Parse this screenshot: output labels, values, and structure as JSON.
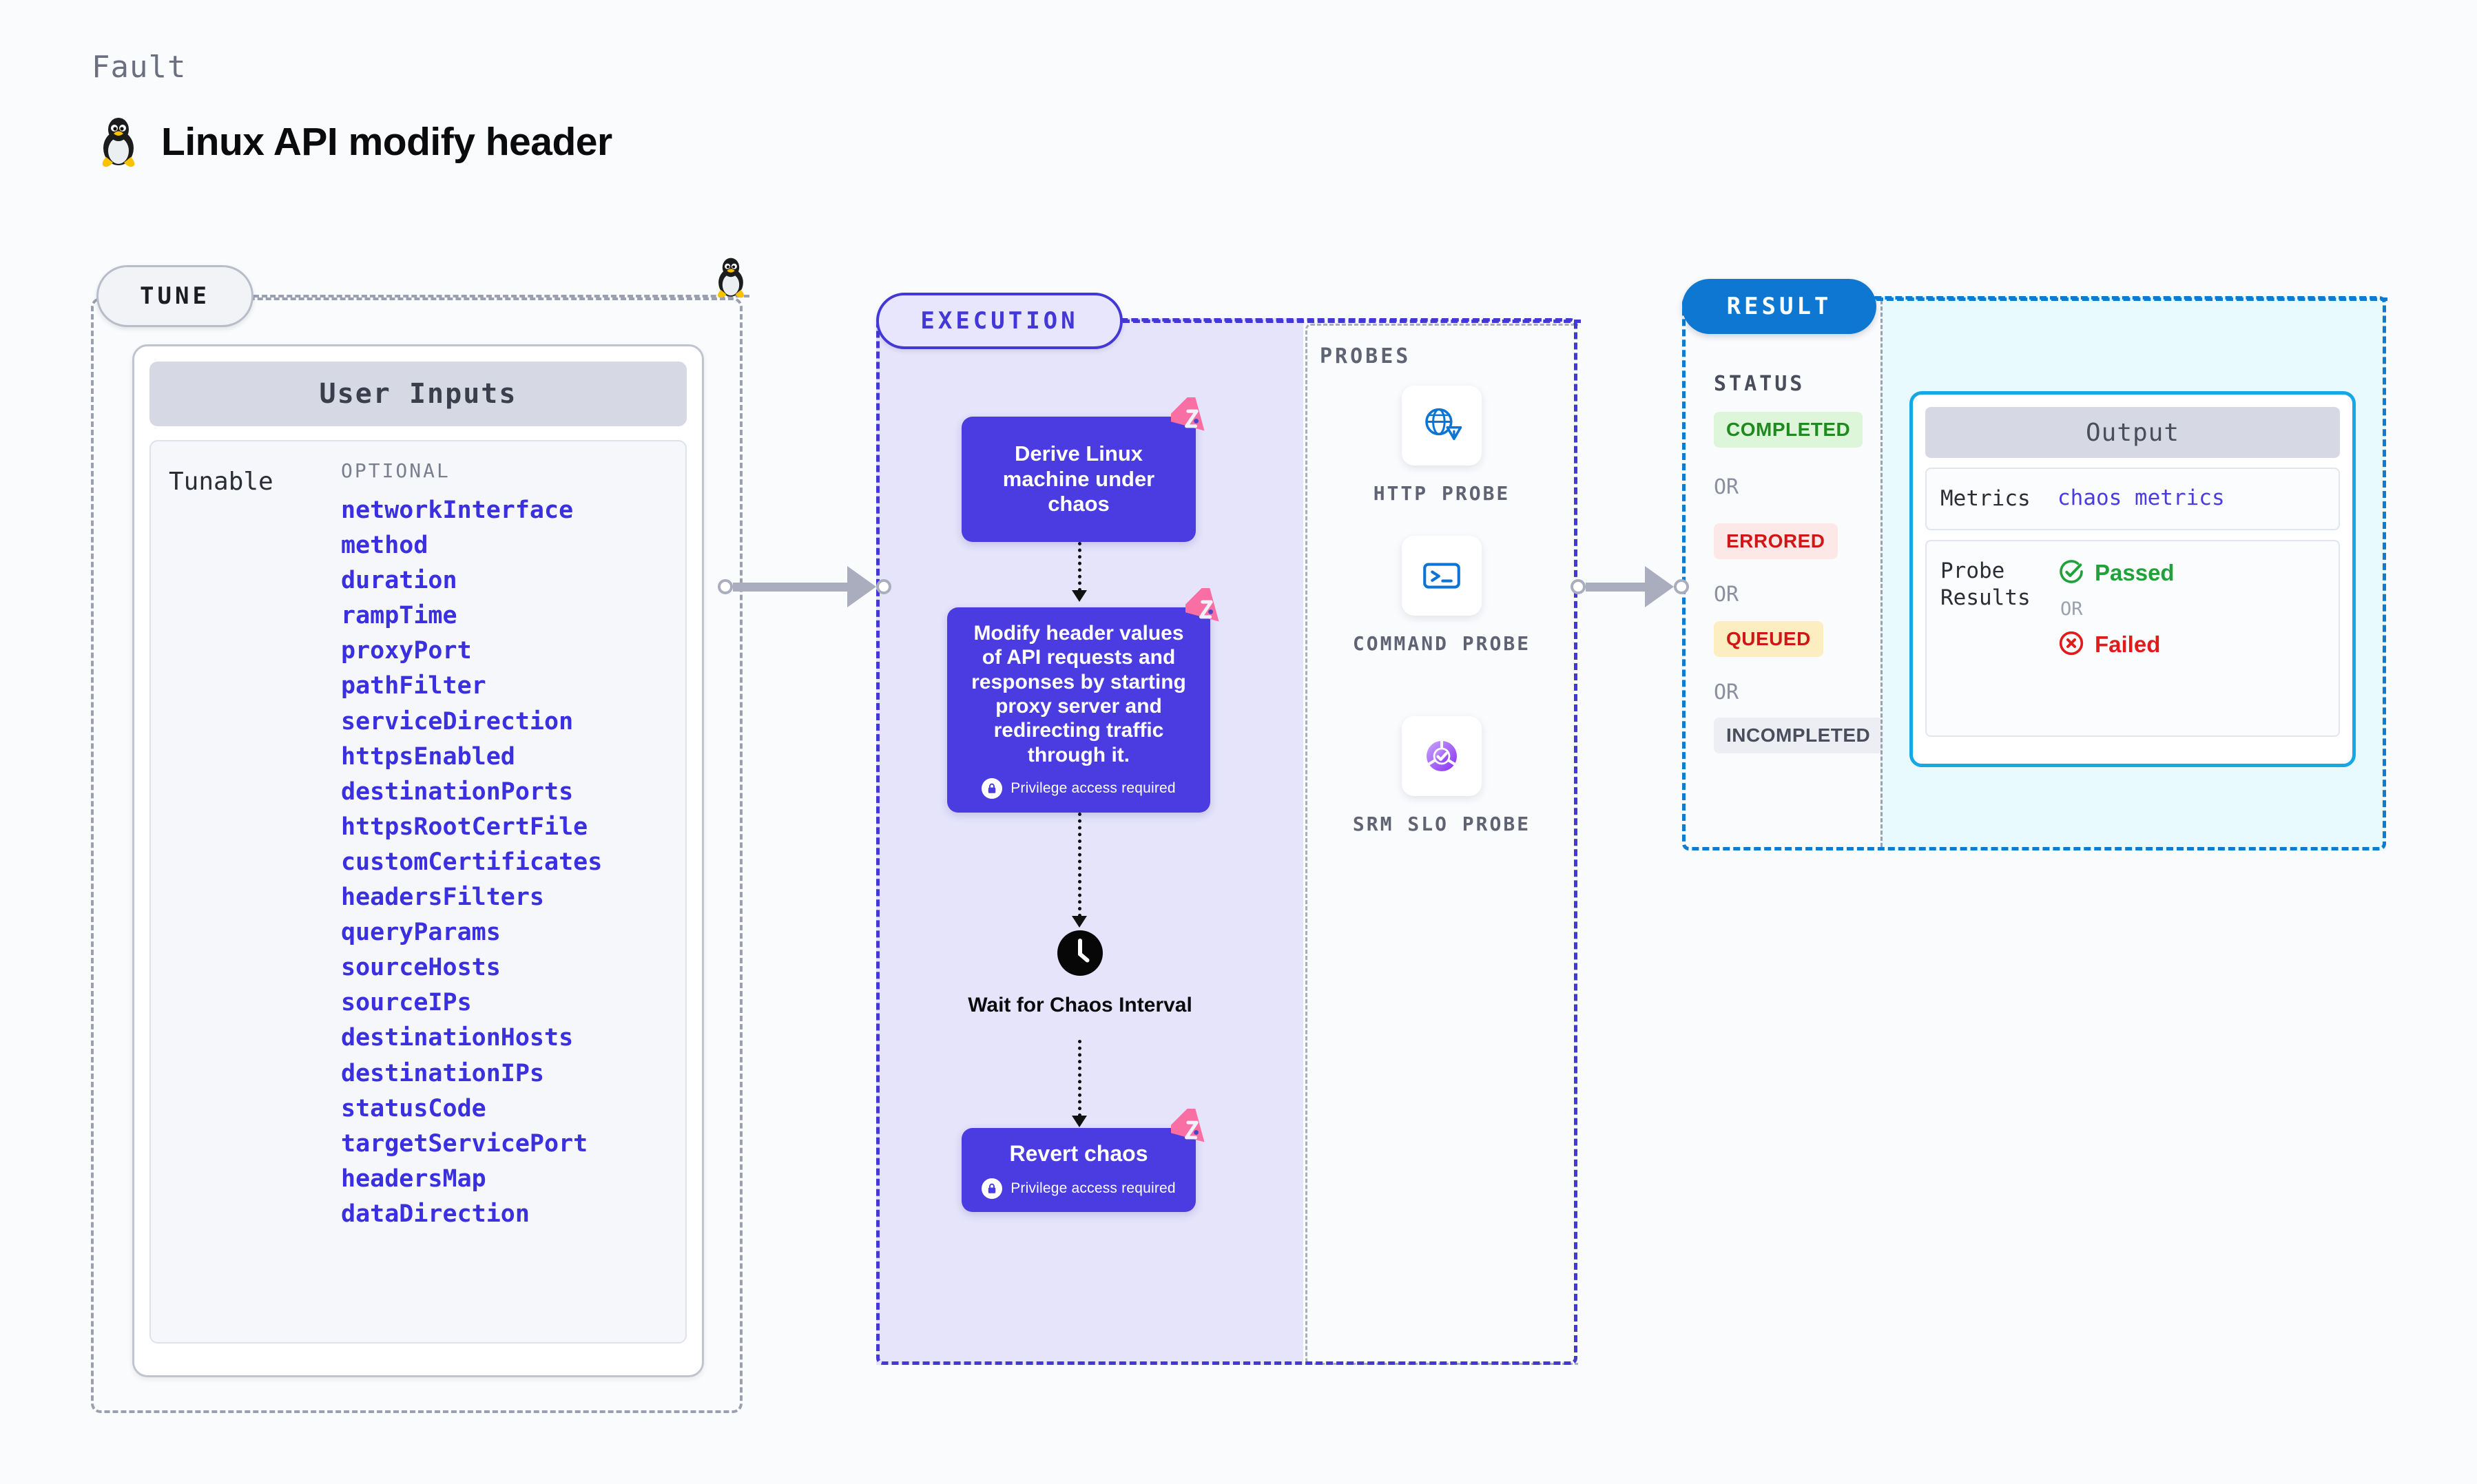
{
  "header": {
    "kicker": "Fault",
    "title": "Linux API modify header",
    "os_icon": "linux-penguin-icon"
  },
  "tune": {
    "pill_label": "TUNE",
    "marker_icon": "linux-penguin-icon",
    "panel": {
      "title": "User Inputs",
      "group_label": "Tunable",
      "optional_caption": "OPTIONAL",
      "optional_items": [
        "networkInterface",
        "method",
        "duration",
        "rampTime",
        "proxyPort",
        "pathFilter",
        "serviceDirection",
        "httpsEnabled",
        "destinationPorts",
        "httpsRootCertFile",
        "customCertificates",
        "headersFilters",
        "queryParams",
        "sourceHosts",
        "sourceIPs",
        "destinationHosts",
        "destinationIPs",
        "statusCode",
        "targetServicePort",
        "headersMap",
        "dataDirection"
      ]
    }
  },
  "execution": {
    "pill_label": "EXECUTION",
    "nodes": [
      {
        "id": "derive",
        "text": "Derive Linux machine under chaos",
        "privilege_note": null,
        "badge_icon": "harness-triangle-icon"
      },
      {
        "id": "modify",
        "text": "Modify header values of API requests and responses by starting proxy server and redirecting traffic through it.",
        "privilege_note": "Privilege access required",
        "badge_icon": "harness-triangle-icon"
      },
      {
        "id": "wait",
        "text": "Wait for Chaos Interval",
        "privilege_note": null,
        "badge_icon": "clock-icon"
      },
      {
        "id": "revert",
        "text": "Revert chaos",
        "privilege_note": "Privilege access required",
        "badge_icon": "harness-triangle-icon"
      }
    ],
    "probes": {
      "caption": "PROBES",
      "items": [
        {
          "label": "HTTP PROBE",
          "icon": "globe-warning-icon"
        },
        {
          "label": "COMMAND PROBE",
          "icon": "terminal-icon"
        },
        {
          "label": "SRM SLO PROBE",
          "icon": "slo-donut-check-icon"
        }
      ]
    }
  },
  "result": {
    "pill_label": "RESULT",
    "status_caption": "STATUS",
    "or_label": "OR",
    "statuses": [
      {
        "label": "COMPLETED",
        "bg": "#ddf5d9",
        "fg": "#1f8b1f"
      },
      {
        "label": "ERRORED",
        "bg": "#fde8e8",
        "fg": "#cf1717"
      },
      {
        "label": "QUEUED",
        "bg": "#fdeec2",
        "fg": "#cf1717"
      },
      {
        "label": "INCOMPLETED",
        "bg": "#eceef4",
        "fg": "#4a4e5c"
      }
    ],
    "output": {
      "title": "Output",
      "metrics_key": "Metrics",
      "metrics_value": "chaos metrics",
      "probe_results_key": "Probe Results",
      "passed_label": "Passed",
      "failed_label": "Failed",
      "or_label": "OR",
      "passed_icon": "check-circle-icon",
      "failed_icon": "x-circle-icon"
    }
  },
  "colors": {
    "node_purple": "#4a3ce0",
    "accent_badge_pink": "#f96fa3",
    "execution_border": "#4338d6",
    "result_border": "#0d7bd0",
    "output_border": "#14a8e6",
    "connector_grey": "#a9adbd",
    "page_bg": "#fafbfd"
  }
}
